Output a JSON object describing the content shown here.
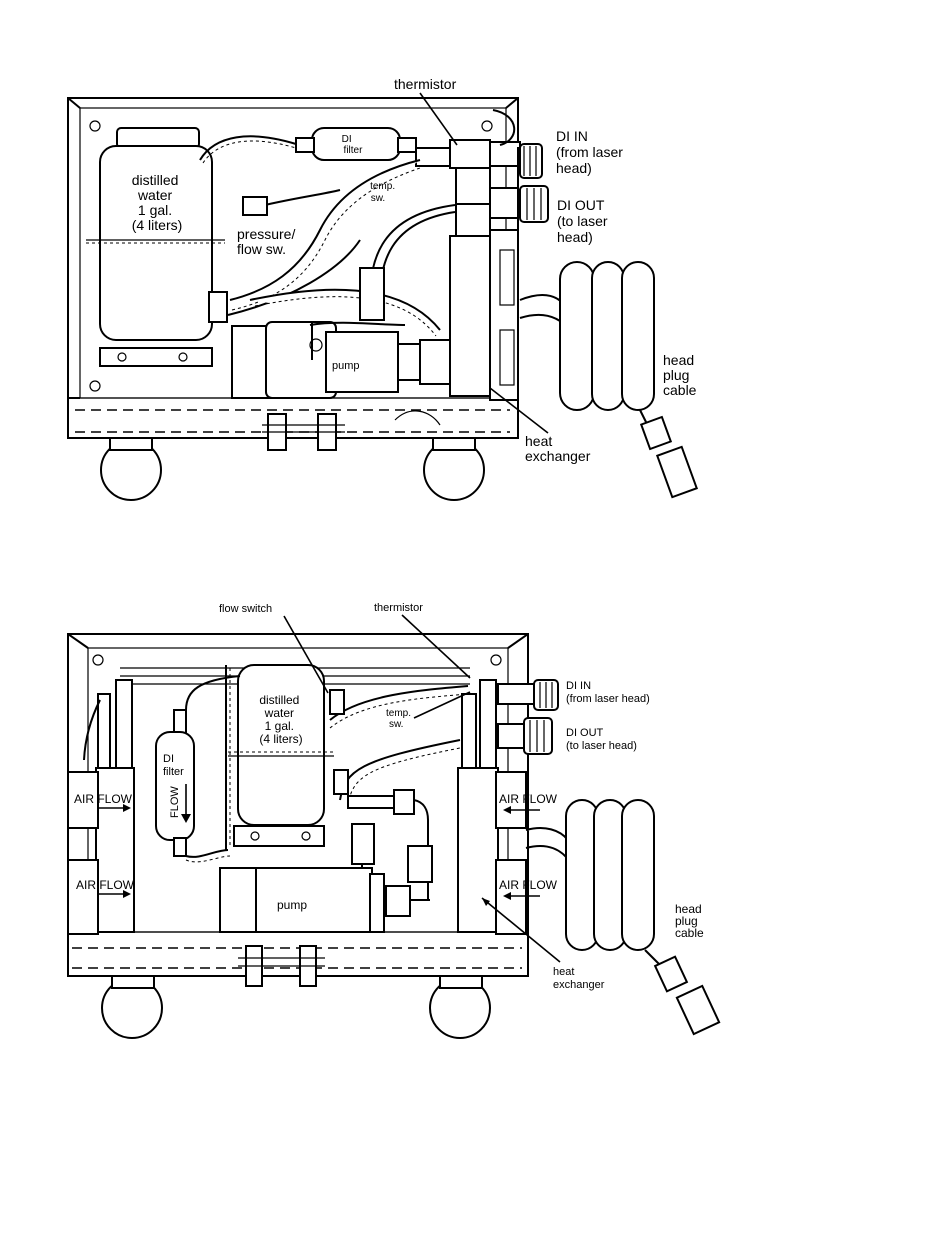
{
  "diagram1": {
    "thermistor": "thermistor",
    "di_filter": [
      "DI",
      "filter"
    ],
    "di_in": [
      "DI IN",
      "(from laser",
      "head)"
    ],
    "di_out": [
      "DI OUT",
      "(to laser",
      "head)"
    ],
    "distilled_water": [
      "distilled",
      "water",
      "1 gal.",
      "(4 liters)"
    ],
    "temp_sw": [
      "temp.",
      "sw."
    ],
    "pressure_flow_sw": [
      "pressure/",
      "flow sw."
    ],
    "pump": "pump",
    "head_plug_cable": [
      "head",
      "plug",
      "cable"
    ],
    "heat_exchanger": [
      "heat",
      "exchanger"
    ]
  },
  "diagram2": {
    "flow_switch": "flow switch",
    "thermistor": "thermistor",
    "di_in": [
      "DI IN",
      "(from laser head)"
    ],
    "di_out": [
      "DI OUT",
      "(to laser head)"
    ],
    "distilled_water": [
      "distilled",
      "water",
      "1 gal.",
      "(4 liters)"
    ],
    "temp_sw": [
      "temp.",
      "sw."
    ],
    "di_filter": [
      "DI",
      "filter"
    ],
    "flow": "FLOW",
    "air_flow_left_top": "AIR FLOW",
    "air_flow_left_bottom": "AIR FLOW",
    "air_flow_right_top": "AIR FLOW",
    "air_flow_right_bottom": "AIR FLOW",
    "pump": "pump",
    "head_plug_cable": [
      "head",
      "plug",
      "cable"
    ],
    "heat_exchanger": [
      "heat",
      "exchanger"
    ]
  }
}
